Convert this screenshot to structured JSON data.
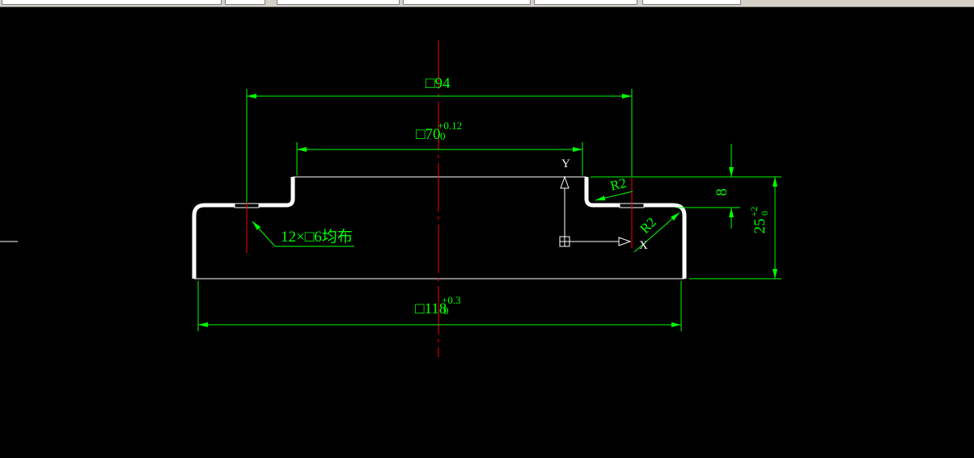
{
  "drawing": {
    "colors": {
      "background": "#000000",
      "dimension": "#00ff00",
      "centerline": "#ff0000",
      "part_outline": "#ffffff",
      "ucs_icon": "#ffffff"
    },
    "dimensions": {
      "top_width": "□94",
      "inner_width_base": "□70",
      "inner_width_tol_upper": "+0.12",
      "inner_width_tol_lower": "0",
      "bottom_width_base": "□118",
      "bottom_width_tol_upper": "+0.3",
      "bottom_width_tol_lower": "0",
      "height_8": "8",
      "height_25_base": "25",
      "height_25_tol_upper": "+2",
      "height_25_tol_lower": "0",
      "radius_upper": "R2",
      "radius_lower": "R2",
      "holes_note": "12×□6均布"
    },
    "ucs": {
      "y_label": "Y",
      "x_label": "X"
    }
  }
}
